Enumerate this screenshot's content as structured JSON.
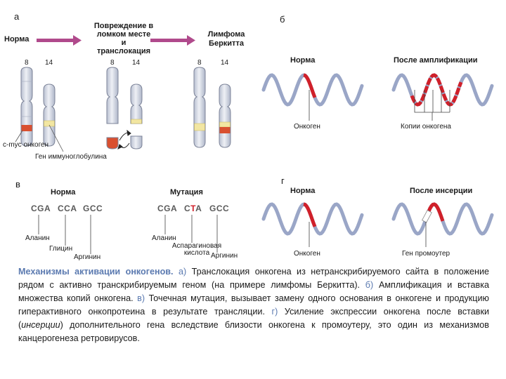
{
  "panel_a": {
    "letter": "а",
    "norm": "Норма",
    "step1": [
      "Повреждение в",
      "ломком месте",
      "и",
      "транслокация"
    ],
    "step2": [
      "Лимфома",
      "Беркитта"
    ],
    "chr8": "8",
    "chr14": "14",
    "cmyc_label": "c-myc онкоген",
    "ig_label": "Ген иммуноглобулина",
    "colors": {
      "arrow": "#b04a8c",
      "chromosome": "#d5d9e4",
      "myc": "#d95030",
      "ig": "#f2e6a2"
    }
  },
  "panel_b": {
    "letter": "б",
    "left_title": "Норма",
    "right_title": "После амплификации",
    "left_caption": "Онкоген",
    "right_caption": "Копии онкогена",
    "colors": {
      "dna": "#9aa6c7",
      "oncogene": "#d0202a"
    }
  },
  "panel_v": {
    "letter": "в",
    "left_title": "Норма",
    "right_title": "Мутация",
    "left_codons": {
      "c1": "CGA",
      "c2": "CCA",
      "c3": "GCC"
    },
    "right_codons": {
      "c1": "CGA",
      "c2a": "C",
      "c2b": "T",
      "c2c": "A",
      "c3": "GCC"
    },
    "left_aa": {
      "a1": "Аланин",
      "a2": "Глицин",
      "a3": "Аргинин"
    },
    "right_aa": {
      "a1": "Аланин",
      "a2a": "Аспарагиновая",
      "a2b": "кислота",
      "a3": "Аргинин"
    }
  },
  "panel_g": {
    "letter": "г",
    "left_title": "Норма",
    "right_title": "После инсерции",
    "left_caption": "Онкоген",
    "right_caption": "Ген промоутер"
  },
  "caption": {
    "title": "Механизмы активации онкогенов.",
    "a_letter": "а)",
    "a_text": " Транслокация онкогена из нетранскрибируемого сайта в положение рядом с активно транскрибируемым геном (на примере лимфомы Беркитта). ",
    "b_letter": "б)",
    "b_text": " Амплификация и вставка множества копий онкогена. ",
    "v_letter": "в)",
    "v_text": " Точечная мутация, вызывает замену одного основания в онкогене и продукцию гиперактивного онкопротеина в результате трансляции. ",
    "g_letter": "г)",
    "g_text_1": " Усиление экспрессии онкогена после вставки (",
    "g_italic": "инсерции",
    "g_text_2": ") дополнительного гена вследствие близости онкогена к промоутеру, это один из механизмов канцерогенеза ретровирусов."
  }
}
